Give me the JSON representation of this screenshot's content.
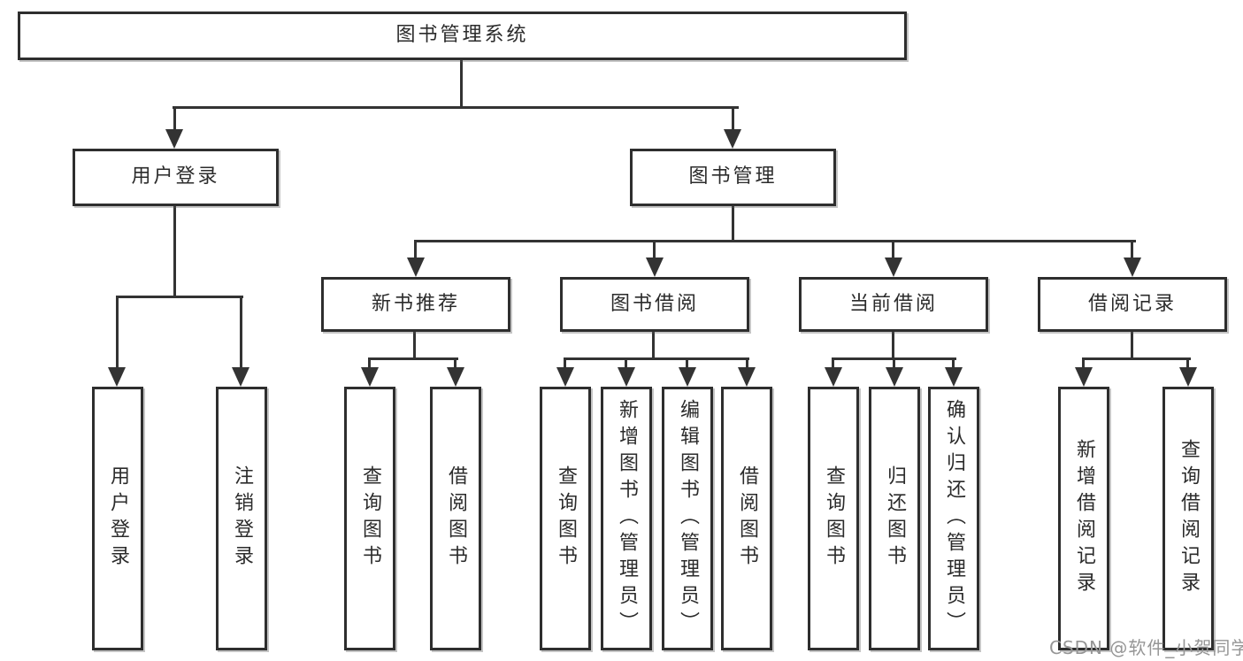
{
  "style": {
    "line_color": "#333333",
    "border_color": "#2e2e2e",
    "text_color": "#2b2b2b",
    "box_bg": "#ffffff",
    "page_bg": "#ffffff",
    "watermark_color": "#969696"
  },
  "watermark": {
    "text": "CSDN @软件_小贺同学"
  },
  "nodes": {
    "root": "图书管理系统",
    "level2": {
      "user_login": "用户登录",
      "book_management": "图书管理"
    },
    "level3": {
      "new_book_recommend": "新书推荐",
      "book_borrowing": "图书借阅",
      "current_borrowing": "当前借阅",
      "borrowing_records": "借阅记录"
    },
    "leaves": {
      "user_login": "用户登录",
      "logout": "注销登录",
      "recommend_query_books": "查询图书",
      "recommend_borrow_books": "借阅图书",
      "borrowing_query_books": "查询图书",
      "borrowing_add_books_admin": "新增图书（管理员）",
      "borrowing_edit_books_admin": "编辑图书（管理员）",
      "borrowing_borrow_books": "借阅图书",
      "current_query_books": "查询图书",
      "current_return_books": "归还图书",
      "current_confirm_return_admin": "确认归还（管理员）",
      "records_add_record": "新增借阅记录",
      "records_query_record": "查询借阅记录"
    }
  }
}
